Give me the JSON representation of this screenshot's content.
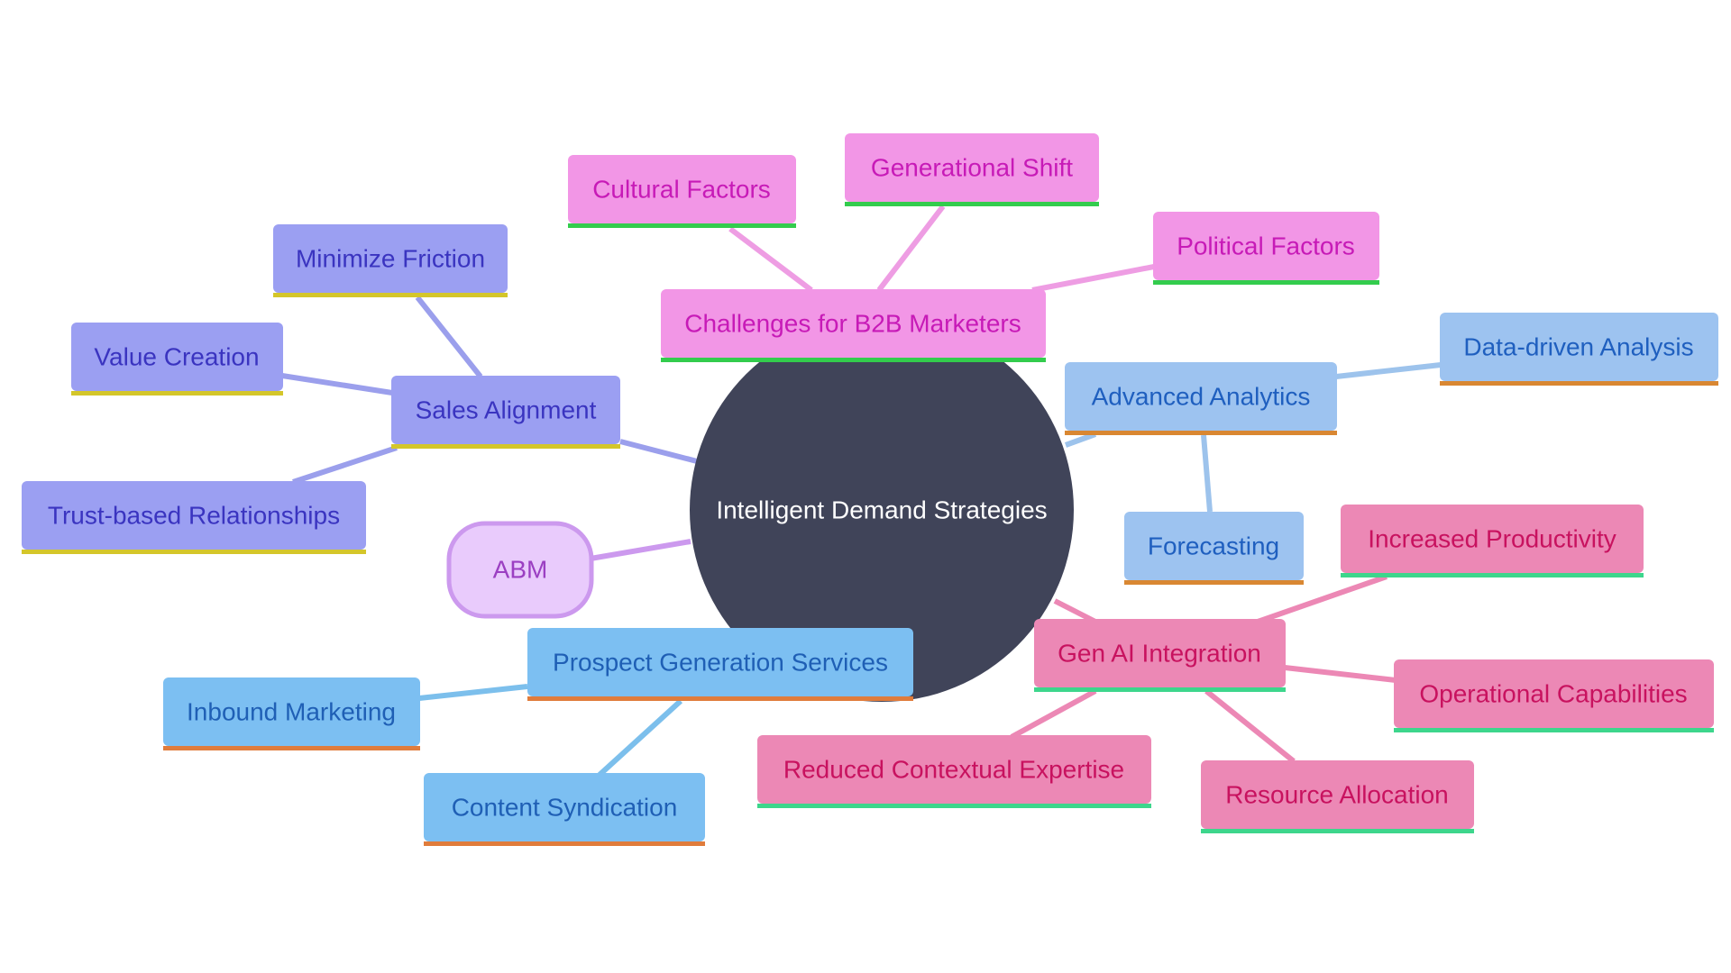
{
  "center": {
    "label": "Intelligent Demand Strategies",
    "color": "#404459"
  },
  "branches": [
    {
      "key": "challenges",
      "label": "Challenges for B2B Marketers",
      "colors": {
        "fill": "#f296e6",
        "text": "#c71ab7",
        "line": "#ee9de3",
        "underline": "#33cc4d"
      },
      "children": [
        "Cultural Factors",
        "Generational Shift",
        "Political Factors"
      ]
    },
    {
      "key": "analytics",
      "label": "Advanced Analytics",
      "colors": {
        "fill": "#9dc3f0",
        "text": "#1f5fbf",
        "line": "#9dc3ec",
        "underline": "#d98732"
      },
      "children": [
        "Data-driven Analysis",
        "Forecasting"
      ]
    },
    {
      "key": "genai",
      "label": "Gen AI Integration",
      "colors": {
        "fill": "#ec88b5",
        "text": "#c8125f",
        "line": "#ec88b5",
        "underline": "#3dd68c"
      },
      "children": [
        "Increased Productivity",
        "Operational Capabilities",
        "Resource Allocation",
        "Reduced Contextual Expertise"
      ]
    },
    {
      "key": "prospect",
      "label": "Prospect Generation Services",
      "colors": {
        "fill": "#7cbff2",
        "text": "#1f5fb5",
        "line": "#7cbfec",
        "underline": "#e07c3c"
      },
      "children": [
        "Inbound Marketing",
        "Content Syndication"
      ]
    },
    {
      "key": "abm",
      "label": "ABM",
      "colors": {
        "fill": "#e9cbfc",
        "text": "#9b3fc2",
        "line": "#cc99ee",
        "border": "#cc99ee"
      },
      "children": []
    },
    {
      "key": "sales",
      "label": "Sales Alignment",
      "colors": {
        "fill": "#9b9ff2",
        "text": "#3a34c0",
        "line": "#9b9fec",
        "underline": "#d4c62a"
      },
      "children": [
        "Minimize Friction",
        "Value Creation",
        "Trust-based Relationships"
      ]
    }
  ]
}
